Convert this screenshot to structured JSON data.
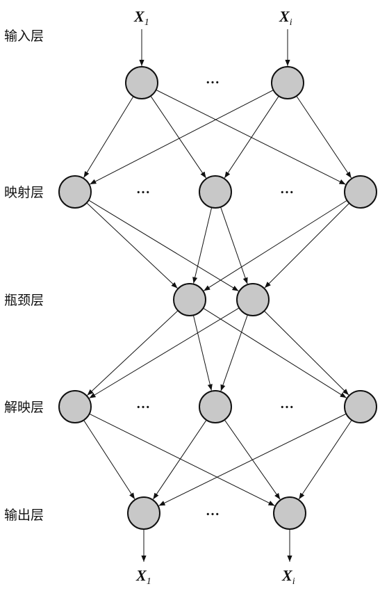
{
  "layers": [
    {
      "label": "输入层"
    },
    {
      "label": "映射层"
    },
    {
      "label": "瓶颈层"
    },
    {
      "label": "解映层"
    },
    {
      "label": "输出层"
    }
  ],
  "inputs": [
    {
      "base": "X",
      "sub": "1",
      "sub_italic": false
    },
    {
      "base": "X",
      "sub": "i",
      "sub_italic": true
    }
  ],
  "outputs": [
    {
      "base": "X",
      "sub": "1",
      "sub_italic": false
    },
    {
      "base": "X",
      "sub": "i",
      "sub_italic": true
    }
  ],
  "ellipsis": "…",
  "colors": {
    "node_fill": "#c8c8c8",
    "stroke": "#111111"
  }
}
